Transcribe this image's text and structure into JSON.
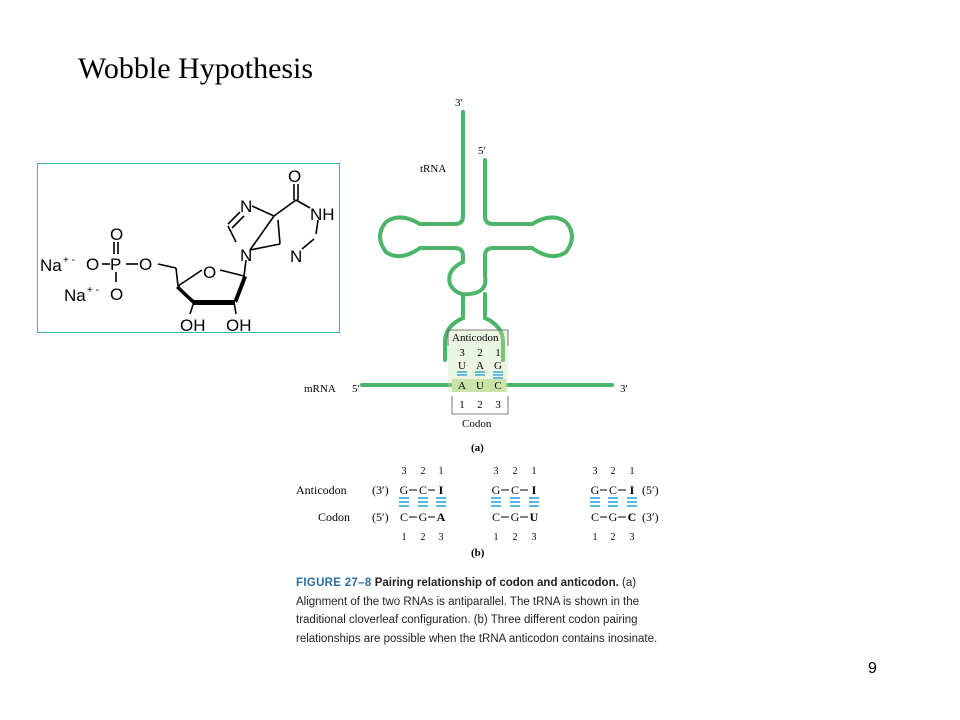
{
  "slide": {
    "title": "Wobble Hypothesis",
    "page_number": "9"
  },
  "structure": {
    "atoms": {
      "O_top": "O",
      "NH": "NH",
      "N_ring1": "N",
      "N_ring2": "N",
      "N_ring3": "N",
      "O_ribose": "O",
      "OH_left": "OH",
      "OH_right": "OH",
      "P": "P",
      "O_phos_top": "O",
      "O_phos_left": "O",
      "O_phos_right": "O",
      "O_phos_bottom": "O",
      "Na_top": "Na",
      "Na_bottom": "Na",
      "charge": "+ -"
    },
    "colors": {
      "border": "#2fb8ac"
    }
  },
  "diagram_a": {
    "trna_label": "tRNA",
    "mrna_label": "mRNA",
    "three_prime": "3′",
    "five_prime": "5′",
    "anticodon_label": "Anticodon",
    "codon_label": "Codon",
    "anticodon_positions": [
      "3",
      "2",
      "1"
    ],
    "anticodon_bases": [
      "U",
      "A",
      "G"
    ],
    "codon_bases": [
      "A",
      "U",
      "C"
    ],
    "codon_positions": [
      "1",
      "2",
      "3"
    ],
    "panel_label": "(a)",
    "colors": {
      "strand": "#4cb56a",
      "pairing": "#2aa7d8",
      "codon_highlight": "#c9e3a8"
    }
  },
  "diagram_b": {
    "row_anticodon_label": "Anticodon",
    "row_codon_label": "Codon",
    "anticodon_end_left": "(3′)",
    "anticodon_end_right": "(5′)",
    "codon_end_left": "(5′)",
    "codon_end_right": "(3′)",
    "top_positions": [
      "3",
      "2",
      "1"
    ],
    "bottom_positions": [
      "1",
      "2",
      "3"
    ],
    "groups": [
      {
        "anticodon": [
          "G",
          "C",
          "I"
        ],
        "codon": [
          "C",
          "G",
          "A"
        ]
      },
      {
        "anticodon": [
          "G",
          "C",
          "I"
        ],
        "codon": [
          "C",
          "G",
          "U"
        ]
      },
      {
        "anticodon": [
          "G",
          "C",
          "I"
        ],
        "codon": [
          "C",
          "G",
          "C"
        ]
      }
    ],
    "panel_label": "(b)"
  },
  "caption": {
    "figure_label": "FIGURE 27–8",
    "title": "Pairing relationship of codon and anticodon.",
    "body": "(a) Alignment of the two RNAs is antiparallel. The tRNA is shown in the traditional cloverleaf configuration. (b) Three different codon pairing relationships are possible when the tRNA anticodon contains inosinate."
  }
}
